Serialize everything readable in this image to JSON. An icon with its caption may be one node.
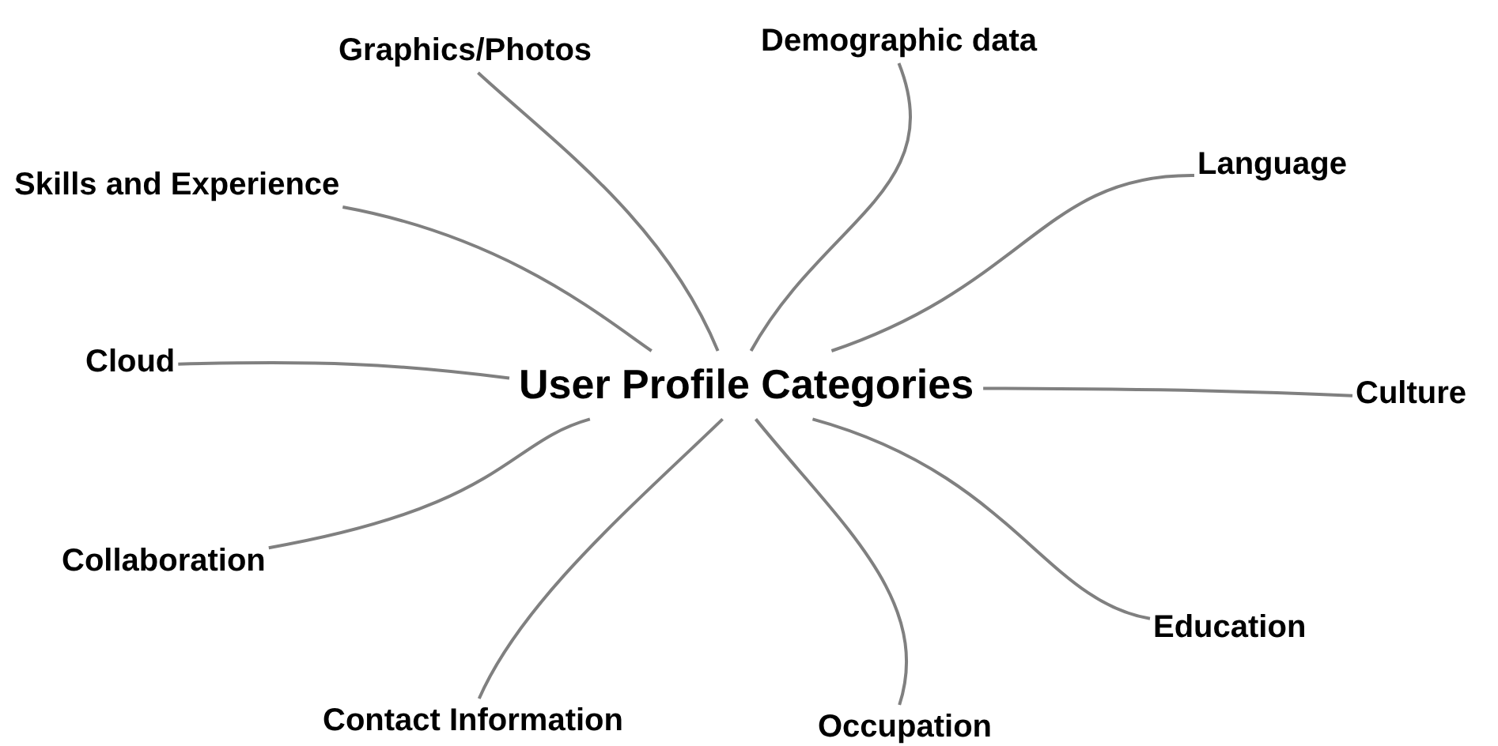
{
  "diagram": {
    "nodes": [
      {
        "text": [
          "User Profile Categories"
        ]
      },
      {
        "text": [
          "Graphics/Photos"
        ]
      },
      {
        "text": [
          "Demographic data"
        ]
      },
      {
        "text": [
          "Skills and Experience"
        ]
      },
      {
        "text": [
          "Language"
        ]
      },
      {
        "text": [
          "Cloud"
        ]
      },
      {
        "text": [
          "Culture"
        ]
      },
      {
        "text": [
          "Collaboration"
        ]
      },
      {
        "text": [
          "Education"
        ]
      },
      {
        "text": [
          "Contact Information"
        ]
      },
      {
        "text": [
          "Occupation"
        ]
      }
    ],
    "edges": [
      {
        "from": 0,
        "to": 1,
        "arrow": "none"
      },
      {
        "from": 0,
        "to": 2,
        "arrow": "none"
      },
      {
        "from": 0,
        "to": 3,
        "arrow": "none"
      },
      {
        "from": 0,
        "to": 4,
        "arrow": "none"
      },
      {
        "from": 0,
        "to": 5,
        "arrow": "none"
      },
      {
        "from": 0,
        "to": 6,
        "arrow": "none"
      },
      {
        "from": 0,
        "to": 7,
        "arrow": "none"
      },
      {
        "from": 0,
        "to": 8,
        "arrow": "none"
      },
      {
        "from": 0,
        "to": 9,
        "arrow": "none"
      },
      {
        "from": 0,
        "to": 10,
        "arrow": "none"
      }
    ]
  }
}
